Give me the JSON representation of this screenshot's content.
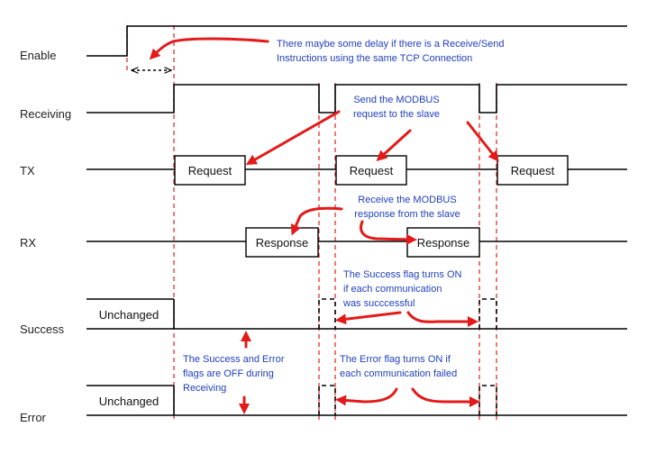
{
  "signals": {
    "enable": "Enable",
    "receiving": "Receiving",
    "tx": "TX",
    "rx": "RX",
    "success": "Success",
    "error": "Error"
  },
  "boxes": {
    "request": "Request",
    "response": "Response",
    "unchanged": "Unchanged"
  },
  "notes": {
    "delay": [
      "There maybe some delay if there is a Receive/Send",
      "Instructions using the same TCP Connection"
    ],
    "send": [
      "Send the MODBUS",
      "request to the slave"
    ],
    "receive": [
      "Receive the MODBUS",
      "response from the slave"
    ],
    "success": [
      "The Success flag turns ON",
      "if each communication",
      "was succcessful"
    ],
    "off": [
      "The Success and Error",
      "flags are OFF during",
      "Receiving"
    ],
    "error": [
      "The Error flag turns ON if",
      "each communication failed"
    ]
  }
}
